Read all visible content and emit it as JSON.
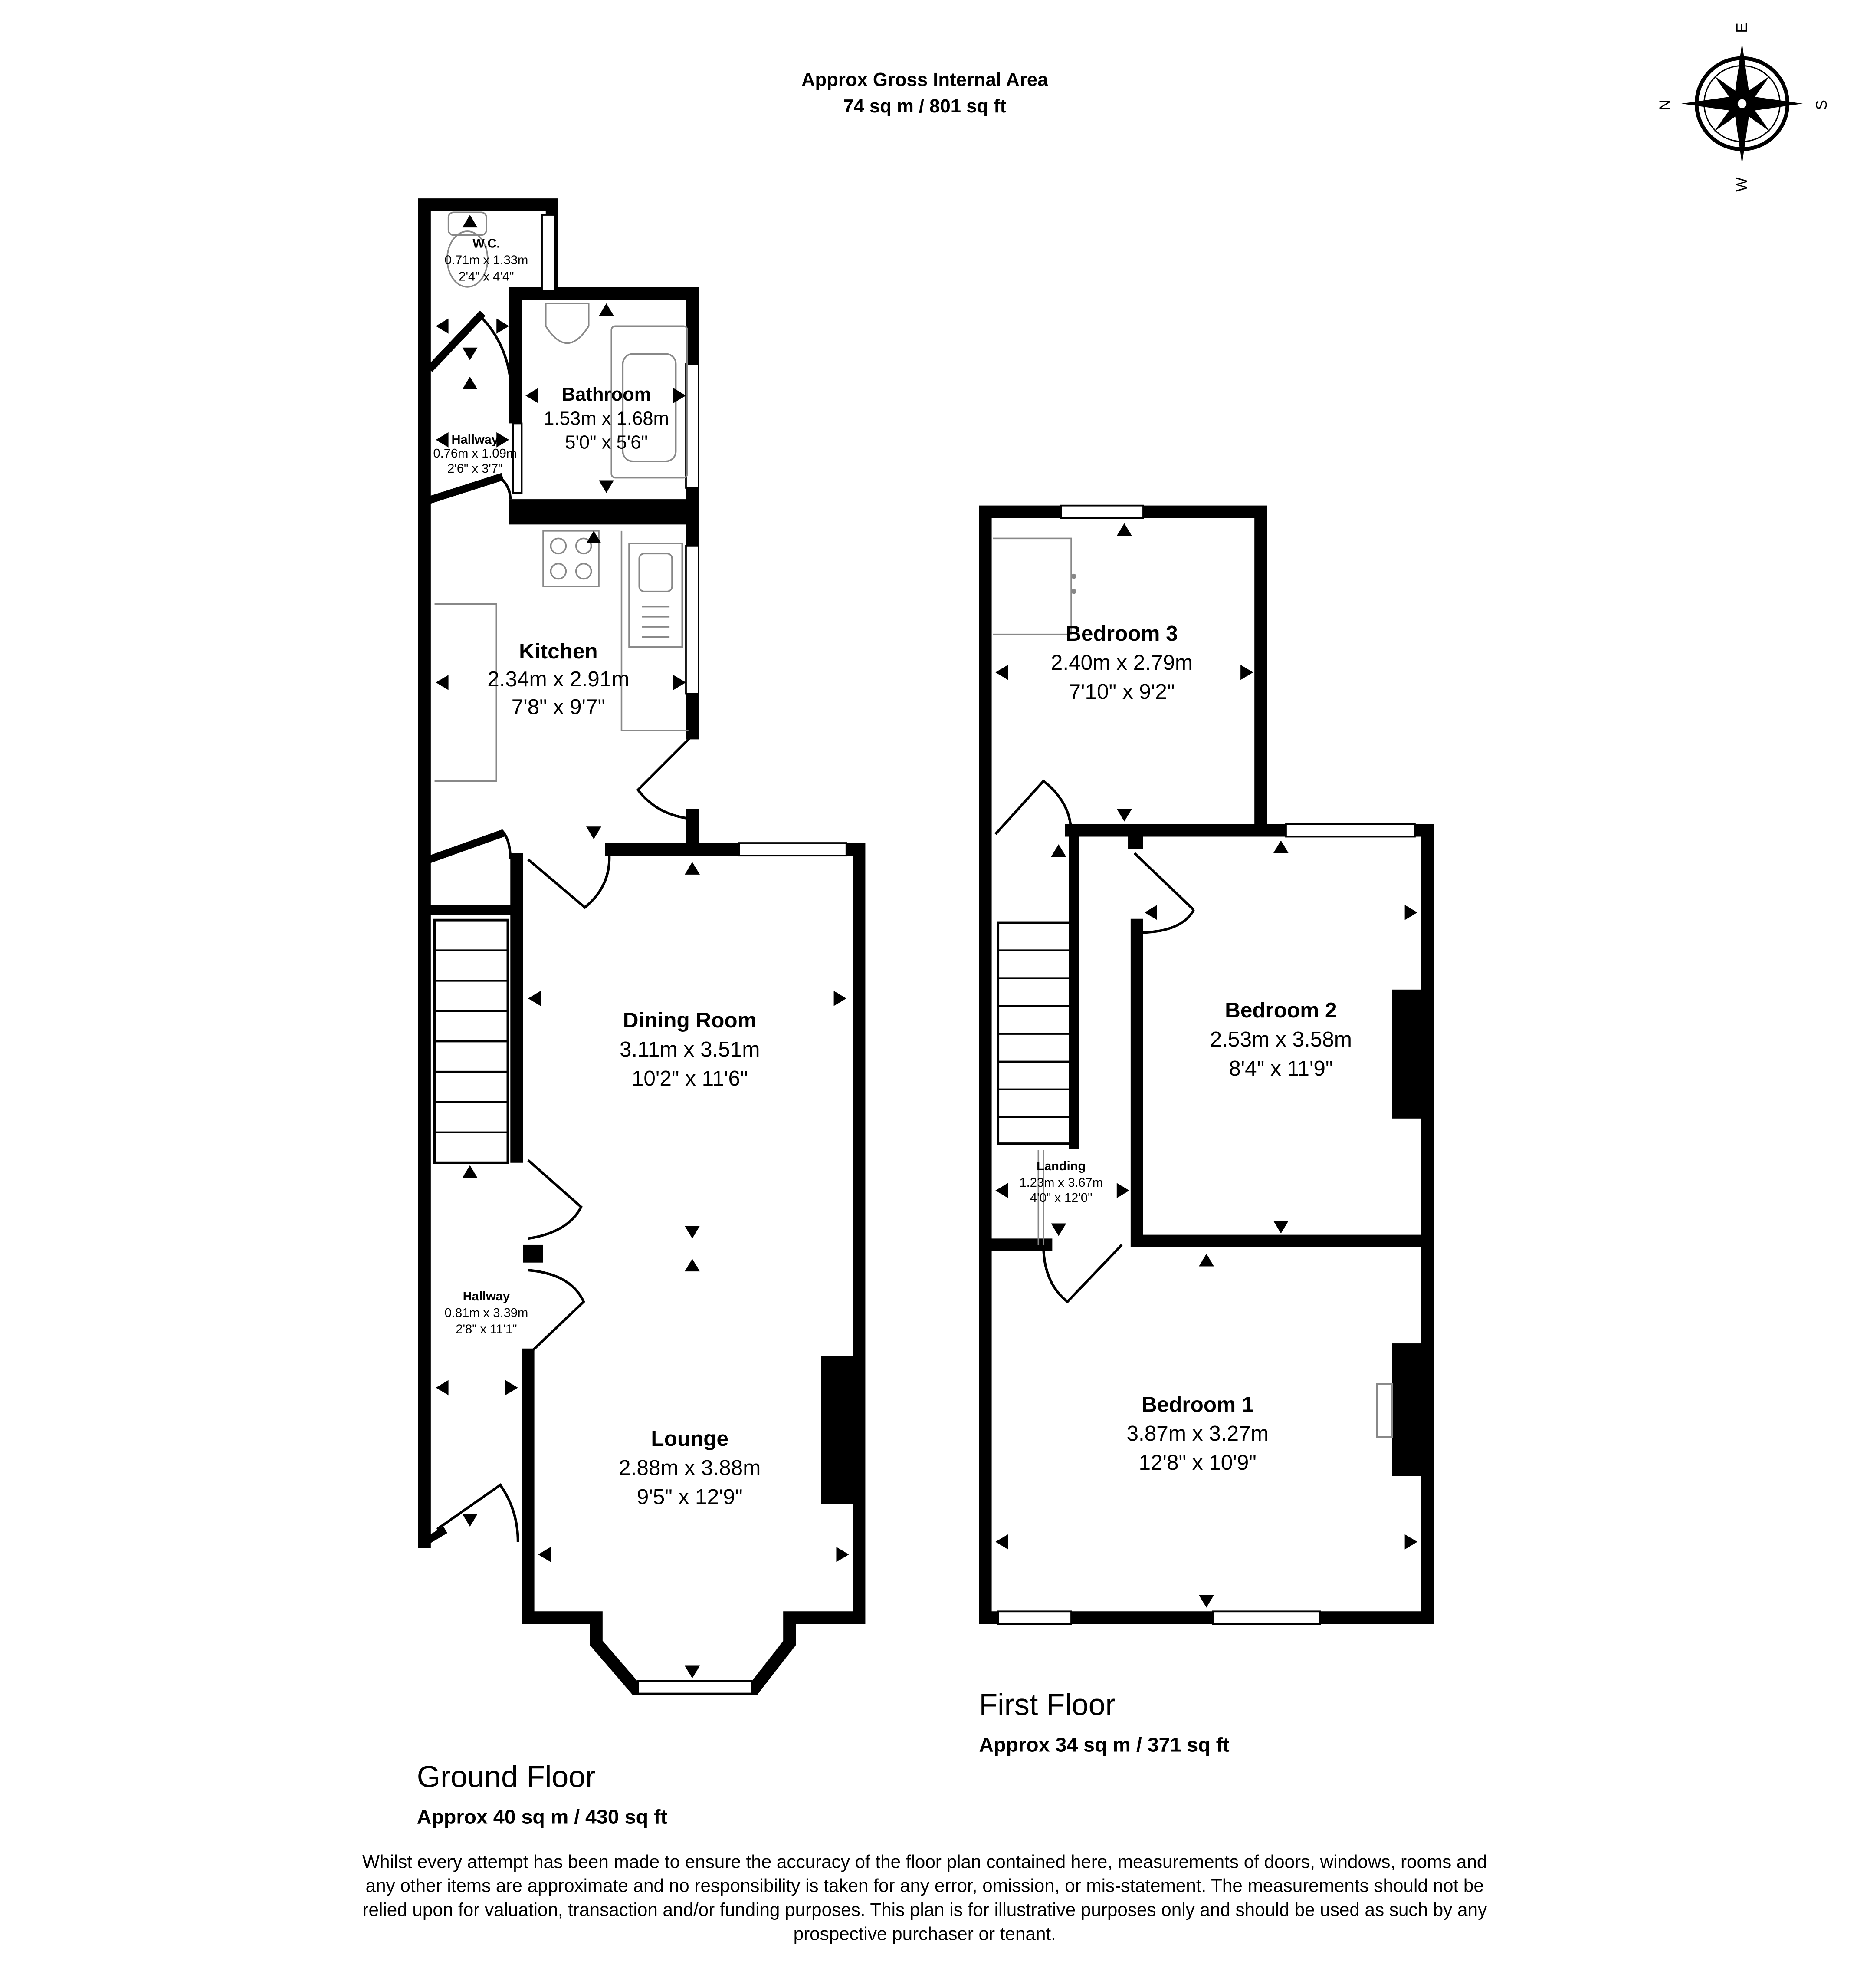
{
  "header": {
    "title": "Approx Gross Internal Area",
    "total_area": "74 sq m / 801 sq ft"
  },
  "compass": {
    "labels": {
      "north": "N",
      "east": "E",
      "south": "S",
      "west": "W"
    }
  },
  "ground_floor": {
    "title": "Ground Floor",
    "area": "Approx 40 sq m / 430 sq ft",
    "rooms": [
      {
        "name": "W.C.",
        "metric": "0.71m x 1.33m",
        "imperial": "2'4\" x 4'4\""
      },
      {
        "name": "Bathroom",
        "metric": "1.53m x 1.68m",
        "imperial": "5'0\" x 5'6\""
      },
      {
        "name": "Hallway",
        "metric": "0.76m x 1.09m",
        "imperial": "2'6\" x 3'7\""
      },
      {
        "name": "Kitchen",
        "metric": "2.34m x 2.91m",
        "imperial": "7'8\" x 9'7\""
      },
      {
        "name": "Dining Room",
        "metric": "3.11m x 3.51m",
        "imperial": "10'2\" x 11'6\""
      },
      {
        "name": "Hallway",
        "metric": "0.81m x 3.39m",
        "imperial": "2'8\" x 11'1\""
      },
      {
        "name": "Lounge",
        "metric": "2.88m x 3.88m",
        "imperial": "9'5\" x 12'9\""
      }
    ]
  },
  "first_floor": {
    "title": "First Floor",
    "area": "Approx 34 sq m / 371 sq ft",
    "rooms": [
      {
        "name": "Bedroom 3",
        "metric": "2.40m x 2.79m",
        "imperial": "7'10\" x 9'2\""
      },
      {
        "name": "Bedroom 2",
        "metric": "2.53m x 3.58m",
        "imperial": "8'4\" x 11'9\""
      },
      {
        "name": "Landing",
        "metric": "1.23m x 3.67m",
        "imperial": "4'0\" x 12'0\""
      },
      {
        "name": "Bedroom 1",
        "metric": "3.87m x 3.27m",
        "imperial": "12'8\" x 10'9\""
      }
    ]
  },
  "disclaimer": [
    "Whilst every attempt has been made to ensure the accuracy of the floor plan contained here, measurements of doors, windows, rooms and",
    "any other items are approximate and no responsibility is taken for any error, omission, or mis-statement. The measurements should not be",
    "relied upon for valuation, transaction and/or funding purposes. This plan is for illustrative purposes only and should be used as such by any",
    "prospective purchaser or tenant."
  ]
}
